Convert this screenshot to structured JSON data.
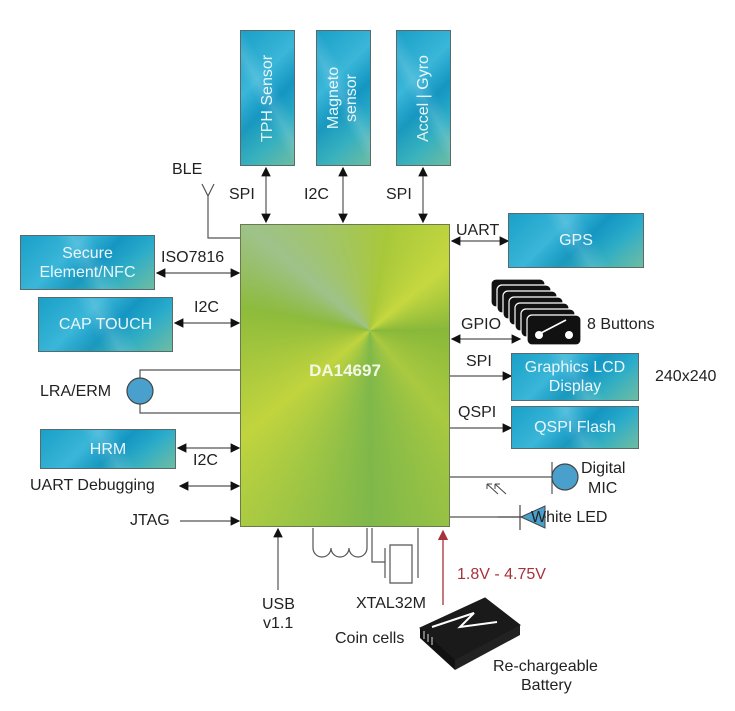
{
  "diagram": {
    "chip": {
      "label": "DA14697",
      "color": "#a8c83a"
    },
    "block_color": "#1aa0c8",
    "top_blocks": [
      {
        "id": "tph",
        "label": "TPH Sensor",
        "bus": "SPI"
      },
      {
        "id": "magneto",
        "label": "Magneto sensor",
        "bus": "I2C"
      },
      {
        "id": "accel",
        "label": "Accel | Gyro",
        "bus": "SPI"
      }
    ],
    "antenna": {
      "label": "BLE"
    },
    "left_blocks": [
      {
        "id": "secure",
        "label": "Secure Element/NFC",
        "bus": "ISO7816"
      },
      {
        "id": "captouch",
        "label": "CAP TOUCH",
        "bus": "I2C"
      },
      {
        "id": "hrm",
        "label": "HRM",
        "bus": "I2C"
      }
    ],
    "left_labels": {
      "lra": "LRA/ERM",
      "uart_debug": "UART Debugging",
      "jtag": "JTAG"
    },
    "right_blocks": [
      {
        "id": "gps",
        "label": "GPS",
        "bus": "UART"
      },
      {
        "id": "lcd",
        "label": "Graphics LCD Display",
        "bus": "SPI",
        "note": "240x240"
      },
      {
        "id": "flash",
        "label": "QSPI Flash",
        "bus": "QSPI"
      }
    ],
    "buttons": {
      "bus": "GPIO",
      "label": "8 Buttons",
      "count": 8
    },
    "mic": {
      "label_line1": "Digital",
      "label_line2": "MIC"
    },
    "led": {
      "label": "White LED"
    },
    "bottom": {
      "usb_line1": "USB",
      "usb_line2": "v1.1",
      "xtal": "XTAL32M",
      "voltage": "1.8V - 4.75V",
      "voltage_color": "#a8323c",
      "coin": "Coin cells",
      "battery_line1": "Re-chargeable",
      "battery_line2": "Battery"
    }
  }
}
